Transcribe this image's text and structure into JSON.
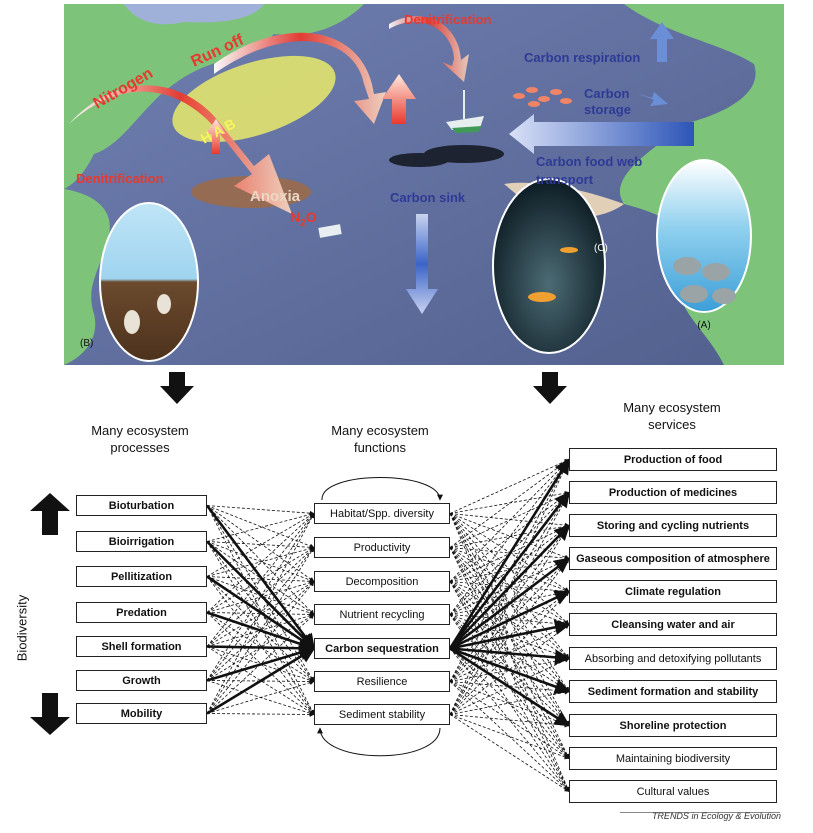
{
  "map": {
    "labels": {
      "nitrogen": "Nitrogen",
      "run_off": "Run off",
      "hab": "H A B",
      "denitrification_top": "Denitrification",
      "denitrification_left": "Denitrification",
      "anoxia": "Anoxia",
      "n2o_main": "N",
      "n2o_sub": "2",
      "n2o_tail": "O",
      "carbon_sink": "Carbon sink",
      "carbon_respiration": "Carbon respiration",
      "carbon_storage": "Carbon\nstorage",
      "carbon_food_web": "Carbon food web\ntransport",
      "panel_a": "(A)",
      "panel_b": "(B)",
      "panel_c": "(C)"
    },
    "colors": {
      "sea": "#5f6f9c",
      "land": "#7dc47a",
      "red_text": "#e8392e",
      "blue_text": "#2e3a96"
    }
  },
  "columns": {
    "processes_title": "Many ecosystem\nprocesses",
    "functions_title": "Many ecosystem\nfunctions",
    "services_title": "Many ecosystem\nservices"
  },
  "processes": [
    "Bioturbation",
    "Bioirrigation",
    "Pellitization",
    "Predation",
    "Shell formation",
    "Growth",
    "Mobility"
  ],
  "functions": [
    "Habitat/Spp. diversity",
    "Productivity",
    "Decomposition",
    "Nutrient recycling",
    "Carbon sequestration",
    "Resilience",
    "Sediment stability"
  ],
  "functions_bold": [
    false,
    false,
    false,
    false,
    true,
    false,
    false
  ],
  "services": [
    "Production of food",
    "Production of medicines",
    "Storing and cycling nutrients",
    "Gaseous composition of atmosphere",
    "Climate regulation",
    "Cleansing water and air",
    "Absorbing and detoxifying pollutants",
    "Sediment formation and stability",
    "Shoreline protection",
    "Maintaining biodiversity",
    "Cultural values"
  ],
  "services_bold": [
    true,
    true,
    true,
    true,
    true,
    true,
    false,
    true,
    true,
    false,
    false
  ],
  "biodiversity_label": "Biodiversity",
  "credit": "TRENDS in Ecology & Evolution"
}
